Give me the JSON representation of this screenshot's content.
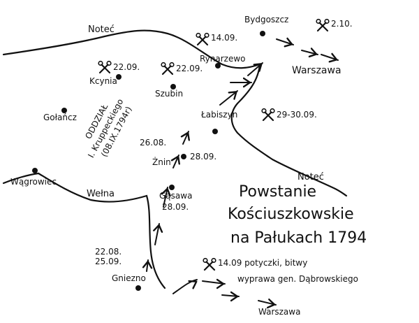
{
  "title": {
    "line1": "Powstanie",
    "line2": "Kościuszkowskie",
    "line3": "na Pałukach 1794"
  },
  "rivers": {
    "notec_north": "Noteć",
    "notec_south": "Noteć",
    "wetna": "Wełna"
  },
  "places": {
    "bydgoszcz": "Bydgoszcz",
    "rynarzewo": "Rynarzewo",
    "labiszyn": "Łabiszyn",
    "kcynia": "Kcynia",
    "szubin": "Szubin",
    "golancz": "Gołańcz",
    "znin": "Żnin",
    "gasawa": "Gąsawa",
    "wagrowiec": "Wągrowiec",
    "gniezno": "Gniezno"
  },
  "dates": {
    "bydgoszcz": "2.10.",
    "rynarzewo": "14.09.",
    "kcynia": "22.09.",
    "szubin": "22.09.",
    "labiszyn": "29-30.09.",
    "znin_a": "26.08.",
    "znin_b": "28.09.",
    "gasawa": "28.09.",
    "gniezno_a": "22.08.",
    "gniezno_b": "25.09."
  },
  "destinations": {
    "warszawa_north": "Warszawa",
    "warszawa_south": "Warszawa"
  },
  "detachment": {
    "line1": "ODDZIAŁ",
    "line2": "I. Kruppeckiego",
    "line3": "(08.IX.1794r)"
  },
  "legend": {
    "battles": "14.09 potyczki, bitwy",
    "expedition": "wyprawa gen. Dąbrowskiego"
  },
  "icons": {
    "battle": "crossed-swords-icon",
    "town": "town-dot"
  },
  "colors": {
    "ink": "#111111",
    "paper": "#ffffff"
  }
}
